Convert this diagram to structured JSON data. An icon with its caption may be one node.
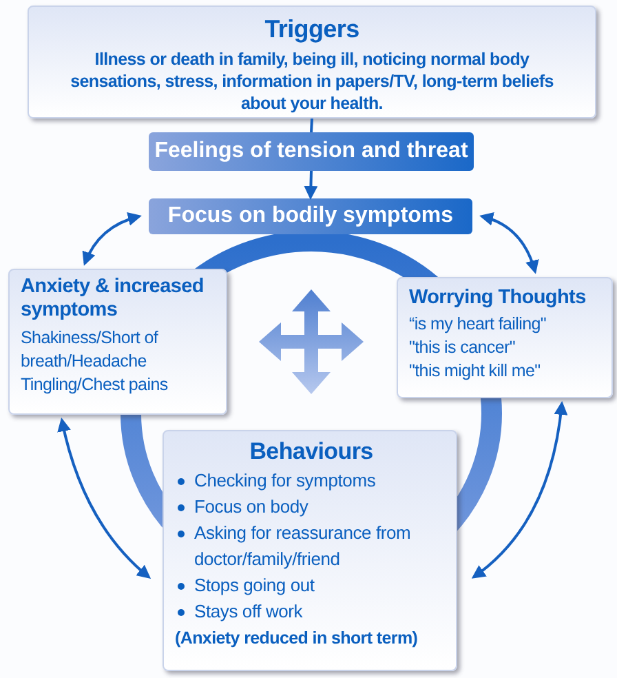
{
  "diagram": {
    "nodes": [
      {
        "text": [
          "Triggers",
          "Illness or death in family, being ill, noticing normal body sensations, stress, information in papers/TV, long-term beliefs about your health."
        ]
      },
      {
        "text": [
          "Feelings of tension and threat"
        ]
      },
      {
        "text": [
          "Focus on bodily symptoms"
        ]
      },
      {
        "text": [
          "Anxiety & increased symptoms",
          "Shakiness/Short of breath/Headache",
          "Tingling/Chest pains"
        ]
      },
      {
        "text": [
          "Worrying Thoughts",
          "“is my heart failing\"",
          "\"this is cancer\"",
          "\"this might kill me\""
        ]
      },
      {
        "text": [
          "Behaviours",
          "Checking for symptoms",
          "Focus on body",
          "Asking for reassurance from doctor/family/friend",
          "Stops going out",
          "Stays off work",
          "(Anxiety reduced in short term)"
        ]
      }
    ],
    "edges": [
      {
        "from": 0,
        "to": 1,
        "arrow": "none"
      },
      {
        "from": 1,
        "to": 2,
        "arrow": "to"
      },
      {
        "from": 2,
        "to": 3,
        "arrow": "both"
      },
      {
        "from": 2,
        "to": 4,
        "arrow": "both"
      },
      {
        "from": 3,
        "to": 5,
        "arrow": "both"
      },
      {
        "from": 4,
        "to": 5,
        "arrow": "both"
      }
    ]
  }
}
